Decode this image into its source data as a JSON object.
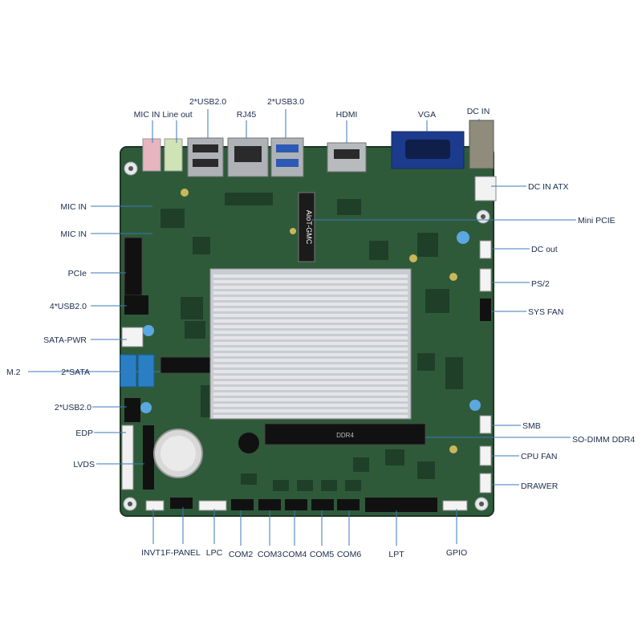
{
  "colors": {
    "board": "#2f5a3a",
    "board_dark": "#1f3f29",
    "heatsink": "#c9ccd0",
    "leader_line": "#3a78b8",
    "label_text": "#1a2b4c",
    "vga_blue": "#1d3b8c",
    "sata_blue": "#2a7fc4"
  },
  "labels": {
    "top": [
      "MIC IN",
      "Line out",
      "2*USB2.0",
      "RJ45",
      "2*USB3.0",
      "HDMI",
      "VGA",
      "DC IN"
    ],
    "left": [
      "MIC IN",
      "MIC IN",
      "PCIe",
      "4*USB2.0",
      "SATA-PWR",
      "M.2",
      "2*SATA",
      "2*USB2.0",
      "EDP",
      "LVDS"
    ],
    "right": [
      "DC IN  ATX",
      "Mini PCIE",
      "DC out",
      "PS/2",
      "SYS FAN",
      "SMB",
      "SO-DIMM DDR4",
      "CPU FAN",
      "DRAWER"
    ],
    "bottom": [
      "INVT1",
      "F-PANEL",
      "LPC",
      "COM2",
      "COM3",
      "COM4",
      "COM5",
      "COM6",
      "LPT",
      "GPIO"
    ]
  },
  "board_silkscreen": {
    "module_label": "AIoT-GMC",
    "sodimm_mark": "DDR4"
  },
  "icons": [
    "motherboard-image",
    "heatsink-icon",
    "cmos-battery-icon",
    "fan-header-icon"
  ]
}
